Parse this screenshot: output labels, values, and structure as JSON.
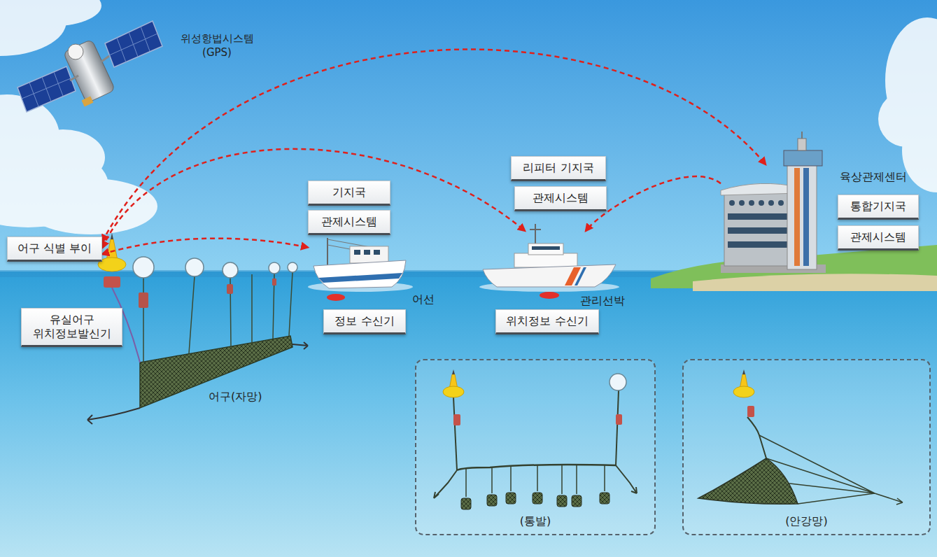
{
  "diagram": {
    "nodes": [
      {
        "text": [
          "어구 식별 부이"
        ]
      },
      {
        "text": [
          "유실어구 위치정보발신기"
        ]
      },
      {
        "text": [
          "기지국"
        ]
      },
      {
        "text": [
          "관제시스템"
        ]
      },
      {
        "text": [
          "어선"
        ]
      },
      {
        "text": [
          "정보 수신기"
        ]
      },
      {
        "text": [
          "리피터 기지국"
        ]
      },
      {
        "text": [
          "관제시스템"
        ]
      },
      {
        "text": [
          "관리선박"
        ]
      },
      {
        "text": [
          "위치정보 수신기"
        ]
      },
      {
        "text": [
          "육상관제센터"
        ]
      },
      {
        "text": [
          "통합기지국"
        ],
        "in": 10
      },
      {
        "text": [
          "관제시스템"
        ],
        "in": 10
      },
      {
        "text": [
          "(통발)"
        ]
      },
      {
        "text": [
          "(안강망)"
        ]
      }
    ],
    "edges": [
      {
        "from": 0,
        "to": 10,
        "arrow": "both"
      },
      {
        "from": 0,
        "to": 8,
        "arrow": "both"
      },
      {
        "from": 0,
        "to": 4,
        "arrow": "both"
      },
      {
        "from": 10,
        "to": 8,
        "arrow": "to"
      }
    ],
    "labels": [
      "위성항법시스템 (GPS)",
      "어구(자망)"
    ]
  }
}
